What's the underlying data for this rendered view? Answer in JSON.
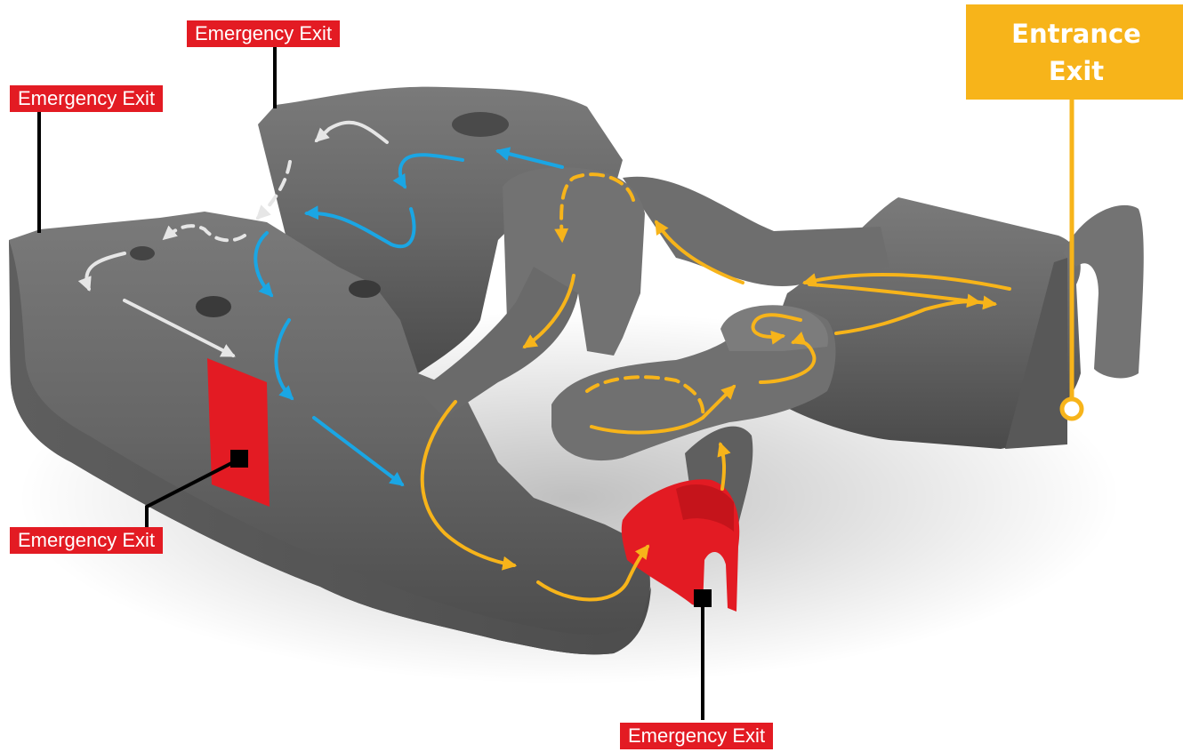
{
  "labels": {
    "emergency_exit_top": "Emergency Exit",
    "emergency_exit_left": "Emergency Exit",
    "emergency_exit_left_bottom": "Emergency Exit",
    "emergency_exit_bottom": "Emergency Exit",
    "entrance": "Entrance",
    "exit": "Exit"
  },
  "colors": {
    "emergency_red": "#e31b23",
    "entrance_yellow": "#f7b41a",
    "flow_blue": "#1aa6e4",
    "flow_white": "#e6e6e6",
    "model_gray": "#6a6a6a",
    "leader_black": "#000000"
  }
}
